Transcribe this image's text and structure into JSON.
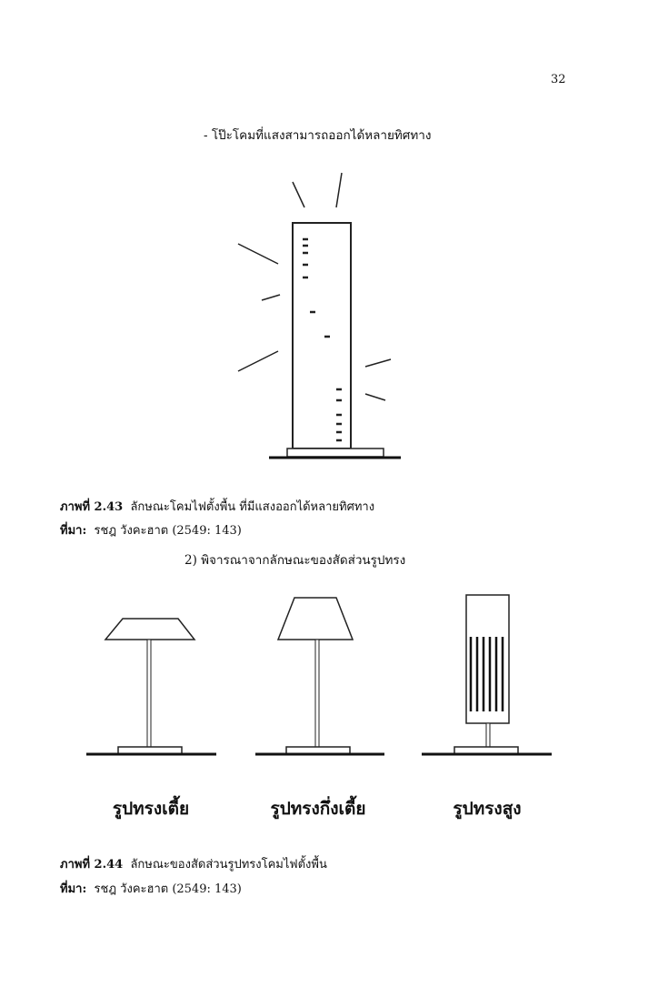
{
  "page_number": "32",
  "bullet_line": "- โป๊ะโคมที่แสงสามารถออกได้หลายทิศทาง",
  "figure_243": {
    "label": "ภาพที่ 2.43",
    "caption": "ลักษณะโคมไฟตั้งพื้น ที่มีแสงออกได้หลายทิศทาง",
    "source_label": "ที่มา:",
    "source": "รชฎ วังคะฮาต (2549: 143)"
  },
  "subsection": "2) พิจารณาจากลักษณะของสัดส่วนรูปทรง",
  "figure_244": {
    "shape_labels": [
      "รูปทรงเตี้ย",
      "รูปทรงกึ่งเตี้ย",
      "รูปทรงสูง"
    ],
    "label": "ภาพที่ 2.44",
    "caption": "ลักษณะของสัดส่วนรูปทรงโคมไฟตั้งพื้น",
    "source_label": "ที่มา:",
    "source": "รชฎ วังคะฮาต (2549: 143)"
  }
}
